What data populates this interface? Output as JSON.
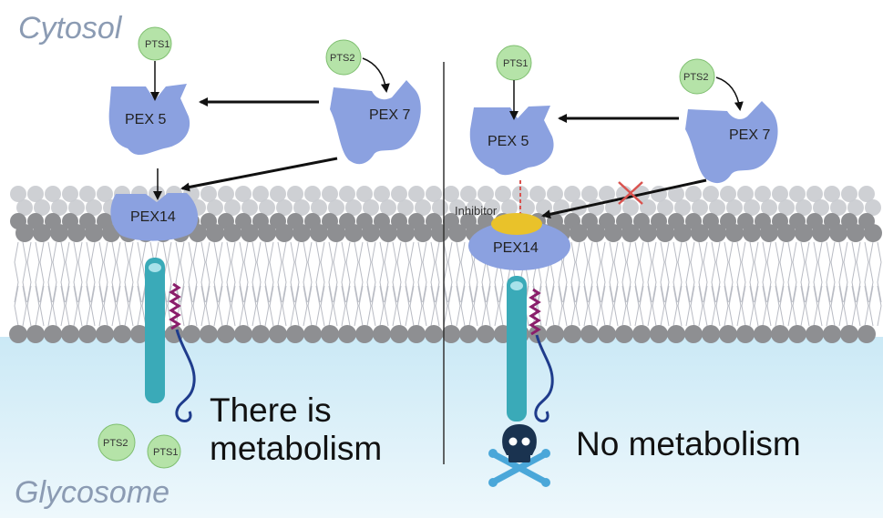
{
  "labels": {
    "cytosol": "Cytosol",
    "glycosome": "Glycosome",
    "inhibitor": "Inhibitor",
    "pts1": "PTS1",
    "pts2": "PTS2",
    "pex5": "PEX 5",
    "pex7": "PEX 7",
    "pex14": "PEX14",
    "left_caption_line1": "There is",
    "left_caption_line2": "metabolism",
    "right_caption": "No metabolism"
  },
  "colors": {
    "protein": "#8ba1e0",
    "pts_circle": "#b5e3a8",
    "glycosome_bg": "#dff1f9",
    "lipid_head": "#8e8f92",
    "channel": "#3aaab8",
    "inhibitor": "#e9c22a",
    "block_mark": "#d9534f",
    "skull": "#1a3350",
    "bones": "#4aa7d9"
  },
  "icons": {
    "blocked": "red-x-icon",
    "death": "skull-crossbones-icon"
  }
}
